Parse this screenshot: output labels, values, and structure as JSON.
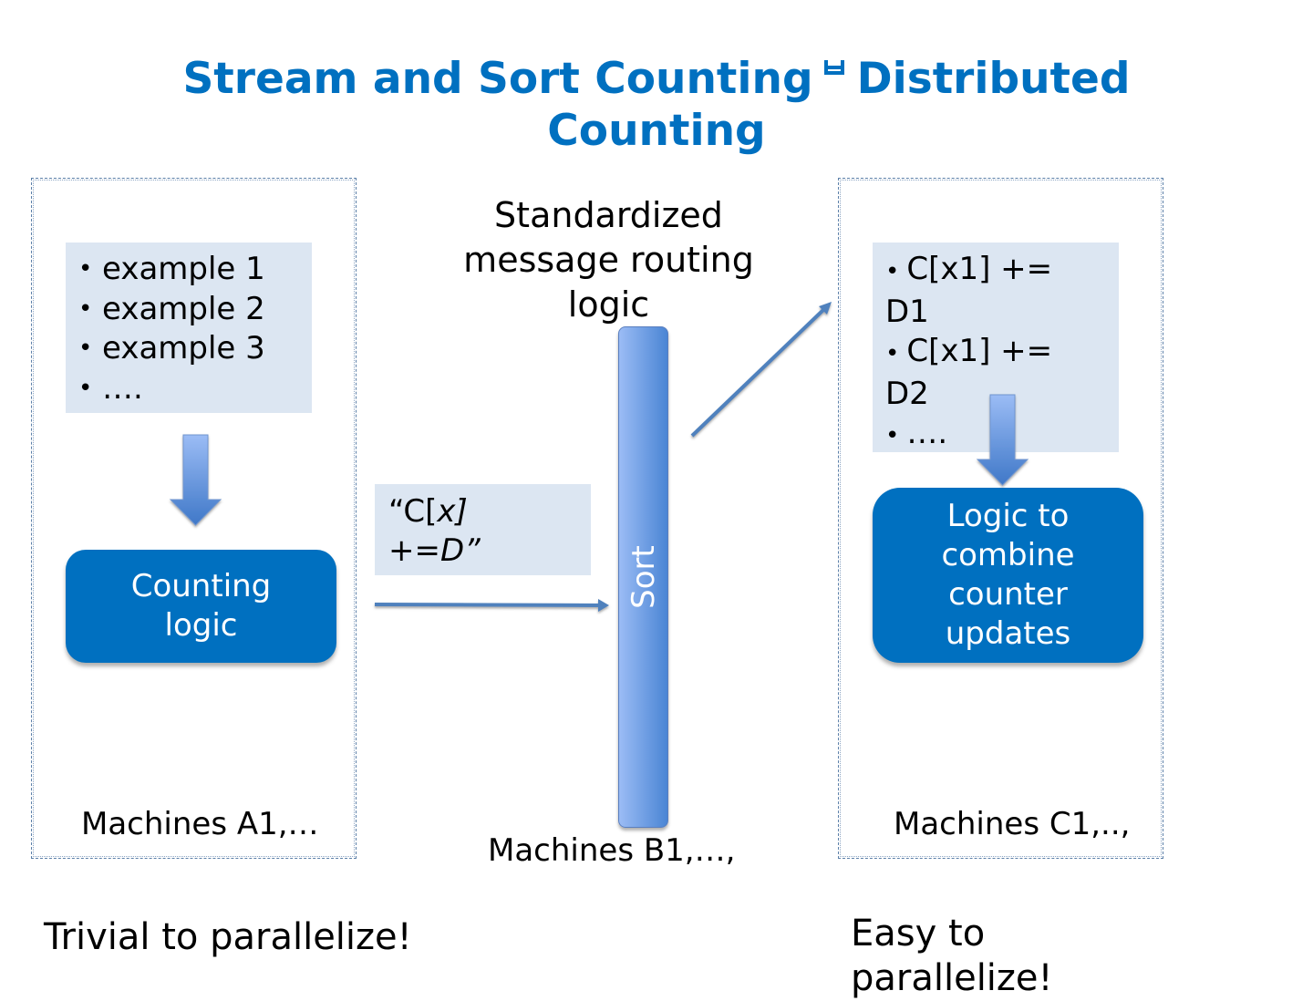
{
  "title": {
    "line1_before": "Stream and Sort Counting",
    "missing_glyph": "missing-character-icon",
    "line1_after": "Distributed",
    "line2": "Counting"
  },
  "left_group": {
    "examples": [
      {
        "bullet": "•",
        "text": "example 1"
      },
      {
        "bullet": "•",
        "text": "example 2"
      },
      {
        "bullet": "•",
        "text": "example 3"
      },
      {
        "bullet": "•",
        "text": "…."
      }
    ],
    "logic_box": "Counting logic",
    "machines_label": "Machines A1,…",
    "caption": "Trivial to parallelize!"
  },
  "middle_group": {
    "routing_text": "Standardized message routing logic",
    "message": {
      "prefix": "“C[",
      "var": "x]",
      "op": "+=",
      "val": "D”"
    },
    "sort_label": "Sort",
    "machines_label": "Machines B1,…,"
  },
  "right_group": {
    "updates": [
      {
        "bullet": "•",
        "text": "C[x1] += D1"
      },
      {
        "bullet": "•",
        "text": "C[x1] += D2"
      },
      {
        "bullet": "•",
        "text": "…."
      }
    ],
    "logic_box": "Logic to combine counter updates",
    "machines_label": "Machines C1,..,",
    "caption": "Easy to parallelize!"
  },
  "colors": {
    "title": "#0070c0",
    "logic_box": "#0070c0",
    "panel": "#dce6f2",
    "arrow": "#4f81bd",
    "sort_light": "#9bbcf5",
    "sort_dark": "#4a85d4"
  }
}
